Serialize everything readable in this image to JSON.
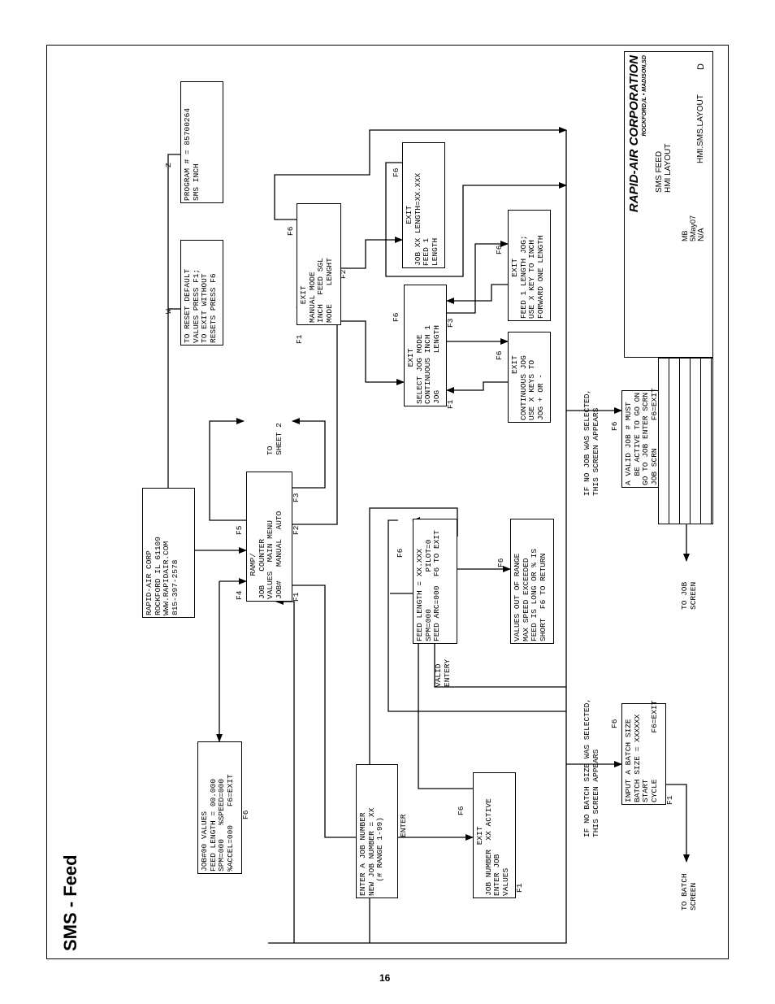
{
  "title": "SMS - Feed",
  "page_number": "16",
  "title_block": {
    "company": "RAPID-AIR CORPORATION",
    "locations": "ROCKFORD,IL • MADISON,SD",
    "part_name": "SMS FEED",
    "part_sub": "HMI LAYOUT",
    "drawn_by": "MB",
    "date": "5May07",
    "scale": "N/A",
    "drawing_number": "HMI.SMS.LAYOUT",
    "revision": "D"
  },
  "boxes": {
    "program": [
      "PROGRAM # = 85700264",
      "SMS INCH"
    ],
    "reset": [
      "TO RESET DEFAULT",
      "VALUES PRESS F1;",
      "TO EXIT WITHOUT",
      "RESETS PRESS F6"
    ],
    "rapid": [
      "RAPID-AIR CORP",
      "ROCKFORD IL 61109",
      "WWW.RAPIDAIR.COM",
      "815-397-2578"
    ],
    "main": [
      "     RAMP/",
      "JOB   COUNTER",
      "VALUES  MAIN MENU",
      "JOB#   MANUAL  AUTO"
    ],
    "manual": [
      "    EXIT",
      "MANUAL MODE",
      "INCH  FEED SGL",
      "MODE    LENGHT"
    ],
    "joblen": [
      "         EXIT",
      "JOB XX LENGTH=XX.XXX",
      "FEED 1",
      "LENGTH"
    ],
    "jogmode": [
      "        EXIT",
      "SELECT JOG MODE",
      "CONTINUOUS INCH 1",
      "JOG        LENGTH"
    ],
    "feed1jog": [
      "         EXIT",
      "FEED 1 LENGTH JOG;",
      "USE X KEY TO INCH",
      "FORWARD ONE LENGTH"
    ],
    "contjog": [
      "          EXIT",
      "CONTINUOUS JOG",
      "USE X KEYS TO",
      "JOG + OR -"
    ],
    "feedlen": [
      "FEED LENGTH = XX.XXX",
      "SPM=000        PILOT=0",
      "FEED ARC=000  F6 TO EXIT"
    ],
    "range": [
      "VALUES OUT OF RANGE",
      "MAX SPEED EXCEEDED",
      "FEED IS LONG OR % IS",
      "SHORT  F6 TO RETURN"
    ],
    "job00": [
      "JOB#00 VALUES",
      "FEED LENGTH = 00.000",
      "SPM=000   %SPEED=000",
      "%ACCEL=000    F6=EXIT"
    ],
    "enterjob": [
      "ENTER A JOB NUMBER",
      "",
      "NEW JOB NUMBER = XX",
      "   (# RANGE 1-99)"
    ],
    "jobactive": [
      "           EXIT",
      "JOB NUMBER  XX ACTIVE",
      "ENTER JOB",
      "VALUES"
    ],
    "validjob": [
      "A VALID JOB # MUST",
      "  BE ACTIVE TO GO ON",
      "GO TO JOB ENTER SCRN",
      "JOB SCRN      F6=EXIT"
    ],
    "batch": [
      "INPUT A BATCH SIZE",
      "BATCH SIZE = XXXXXX",
      "START",
      "CYCLE          F6=EXIT"
    ]
  },
  "labels": {
    "z": "Z",
    "w": "W",
    "to_sheet2": [
      "TO",
      "SHEET 2"
    ],
    "valid_entry": [
      "VALID",
      "ENTERY"
    ],
    "enter": "ENTER",
    "no_job": [
      "IF NO JOB WAS SELECTED,",
      "THIS SCREEN APPEARS"
    ],
    "no_batch": [
      "IF NO BATCH SIZE WAS SELECTED,",
      "THIS SCREEN APPEARS"
    ],
    "to_job": [
      "TO JOB",
      "SCREEN"
    ],
    "to_batch": [
      "TO BATCH",
      "SCREEN"
    ],
    "keys": {
      "f1": "F1",
      "f2": "F2",
      "f3": "F3",
      "f4": "F4",
      "f5": "F5",
      "f6": "F6"
    }
  }
}
